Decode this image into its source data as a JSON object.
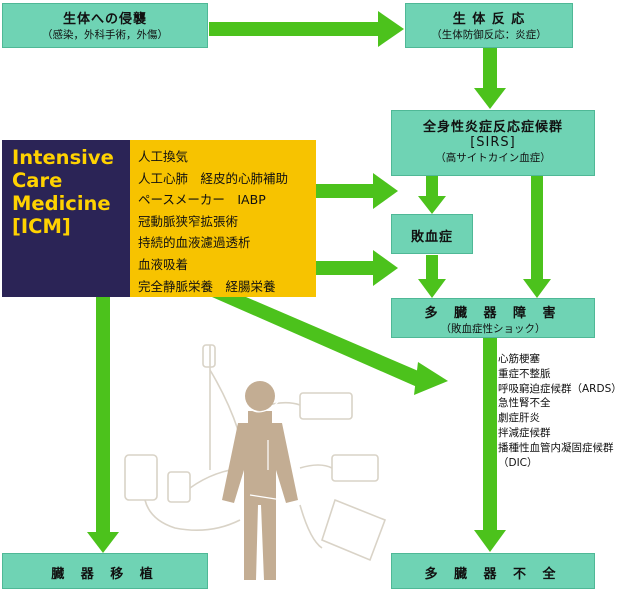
{
  "invasion": {
    "title": "生体への侵襲",
    "sub": "（感染，外科手術，外傷）"
  },
  "reaction": {
    "title": "生 体 反 応",
    "sub": "（生体防御反応：炎症）"
  },
  "sirs": {
    "title": "全身性炎症反応症候群",
    "abbr": "[SIRS]",
    "sub": "（高サイトカイン血症）"
  },
  "sepsis": {
    "title": "敗血症"
  },
  "mods": {
    "title": "多 臓 器 障 害",
    "sub": "（敗血症性ショック）"
  },
  "icm": {
    "label_lines": [
      "Intensive",
      "Care",
      "Medicine",
      "[ICM]"
    ],
    "therapies": [
      "人工換気",
      "人工心肺　経皮的心肺補助",
      "ペースメーカー　IABP",
      "冠動脈狭窄拡張術",
      "持続的血液濾過透析",
      "血液吸着",
      "完全静脈栄養　経腸栄養"
    ]
  },
  "complications": [
    "心筋梗塞",
    "重症不整脈",
    "呼吸窮迫症候群（ARDS）",
    "急性腎不全",
    "劇症肝炎",
    "拌減症候群",
    "播種性血管内凝固症候群",
    "（DIC）"
  ],
  "transplant": {
    "title": "臓 器 移 植"
  },
  "failure": {
    "title": "多 臓 器 不 全"
  },
  "colors": {
    "box": "#6fd3b4",
    "arrow": "#4cc21c",
    "icm_dark": "#2b2456",
    "icm_yellow": "#f7c300",
    "icm_text": "#ffd200",
    "patient": "#c3ad93"
  }
}
